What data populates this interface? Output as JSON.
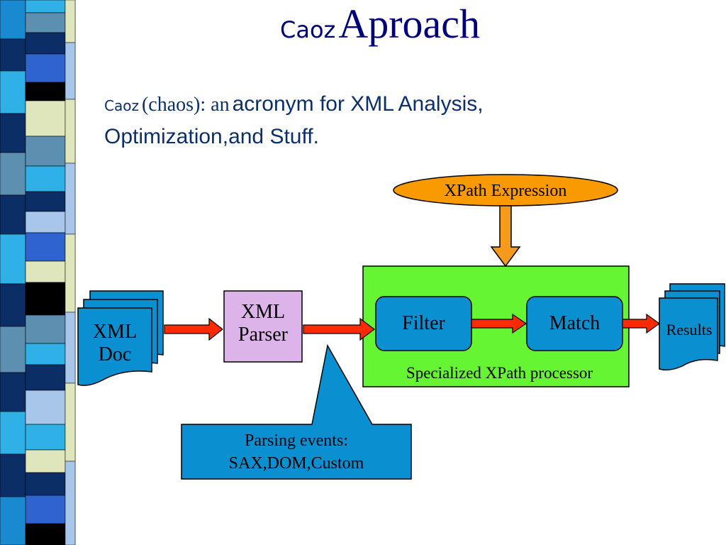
{
  "title": {
    "prefix": "Caoz",
    "main": "Aproach"
  },
  "subtitle": {
    "term": "Caoz",
    "pronunciation": "(chaos): an",
    "definition_line1": "acronym for XML Analysis,",
    "definition_line2": "Optimization,and Stuff."
  },
  "diagram": {
    "xpath_expression": "XPath Expression",
    "xml_doc_line1": "XML",
    "xml_doc_line2": "Doc",
    "xml_parser_line1": "XML",
    "xml_parser_line2": "Parser",
    "filter": "Filter",
    "match": "Match",
    "results": "Results",
    "processor_label": "Specialized XPath processor",
    "callout_line1": "Parsing events:",
    "callout_line2": "SAX,DOM,Custom"
  },
  "colors": {
    "title_text": "#00007a",
    "subtitle_text": "#0b2f6b",
    "document_fill": "#0a8fd1",
    "parser_fill": "#dcb4ea",
    "processor_fill": "#66f532",
    "node_fill": "#0a8fd1",
    "ellipse_fill": "#f89a00",
    "arrow_red": "#ff2a00",
    "arrow_orange": "#f59a1a",
    "callout_fill": "#0a8fd1"
  }
}
